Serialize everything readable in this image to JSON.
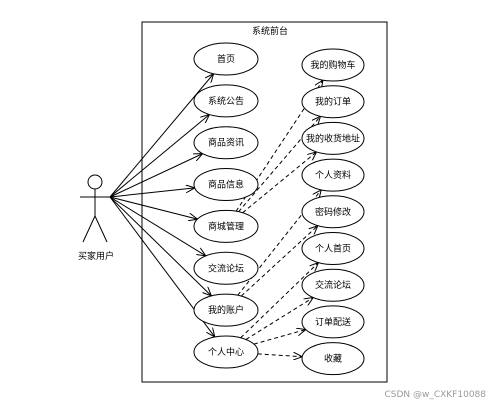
{
  "system": {
    "title": "系统前台"
  },
  "actor": {
    "label": "买家用户"
  },
  "left_cases": [
    "首页",
    "系统公告",
    "商品资讯",
    "商品信息",
    "商城管理",
    "交流论坛",
    "我的账户",
    "个人中心"
  ],
  "right_cases": [
    "我的购物车",
    "我的订单",
    "我的收货地址",
    "个人资料",
    "密码修改",
    "个人首页",
    "交流论坛",
    "订单配送",
    "收藏"
  ],
  "relations": [
    {
      "from": "商城管理",
      "to": "我的购物车"
    },
    {
      "from": "商城管理",
      "to": "我的订单"
    },
    {
      "from": "商城管理",
      "to": "我的收货地址"
    },
    {
      "from": "我的账户",
      "to": "个人资料"
    },
    {
      "from": "我的账户",
      "to": "密码修改"
    },
    {
      "from": "个人中心",
      "to": "个人首页"
    },
    {
      "from": "个人中心",
      "to": "交流论坛"
    },
    {
      "from": "个人中心",
      "to": "订单配送"
    },
    {
      "from": "个人中心",
      "to": "收藏"
    }
  ],
  "watermark": "CSDN @w_CXKF10088"
}
